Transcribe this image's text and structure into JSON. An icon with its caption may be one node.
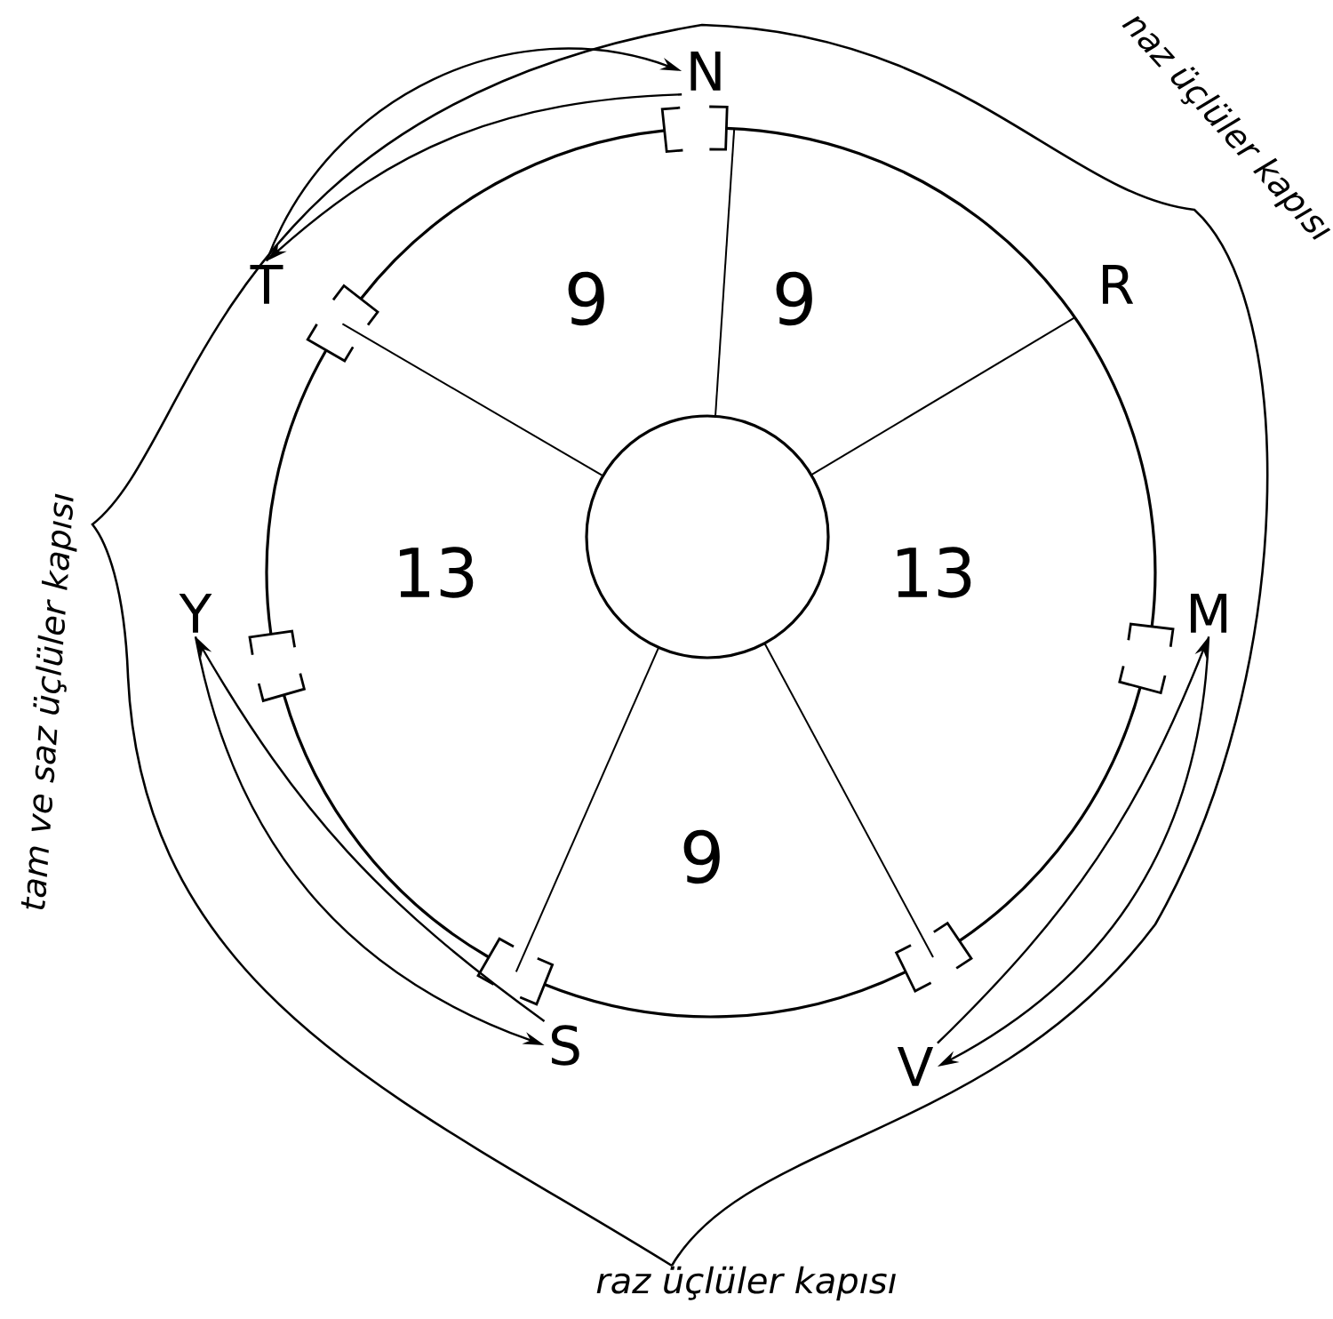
{
  "diagram": {
    "nodes": [
      {
        "text": [
          "N"
        ]
      },
      {
        "text": [
          "T"
        ]
      },
      {
        "text": [
          "R"
        ]
      },
      {
        "text": [
          "Y"
        ]
      },
      {
        "text": [
          "M"
        ]
      },
      {
        "text": [
          "S"
        ]
      },
      {
        "text": [
          "V"
        ]
      }
    ],
    "edges": [
      {
        "from": 1,
        "to": 0,
        "arrow": "to"
      },
      {
        "from": 0,
        "to": 1,
        "arrow": "to"
      },
      {
        "from": 3,
        "to": 5,
        "arrow": "to"
      },
      {
        "from": 5,
        "to": 3,
        "arrow": "to"
      },
      {
        "from": 4,
        "to": 6,
        "arrow": "to"
      },
      {
        "from": 6,
        "to": 4,
        "arrow": "to"
      }
    ],
    "labels": [
      "naz üçlüler kapısı",
      "9",
      "9",
      "tam ve saz üçlüler kapısı",
      "13",
      "13",
      "9",
      "raz üçlüler kapısı"
    ]
  }
}
